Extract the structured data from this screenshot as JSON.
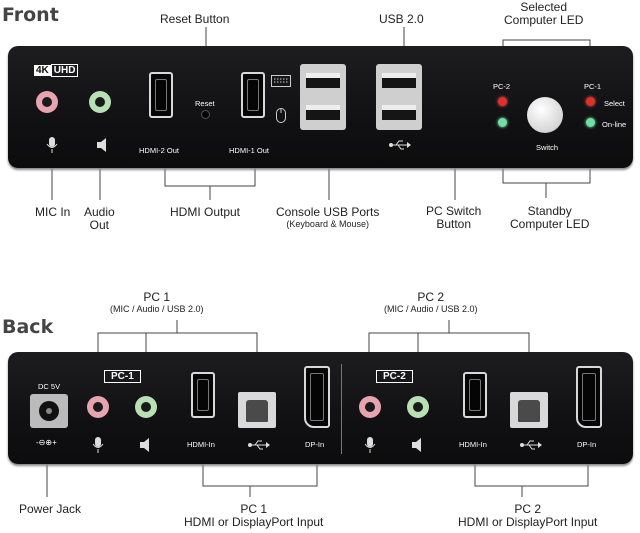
{
  "headings": {
    "front": "Front",
    "back": "Back"
  },
  "front": {
    "badge": {
      "a": "4K",
      "b": "UHD"
    },
    "labels": {
      "reset": "Reset",
      "hdmi2": "HDMI-2 Out",
      "hdmi1": "HDMI-1 Out",
      "pc2": "PC-2",
      "pc1": "PC-1",
      "select": "Select",
      "online": "On-line",
      "switch": "Switch"
    },
    "callouts": {
      "reset_button": "Reset Button",
      "usb20": "USB 2.0",
      "selected_led_1": "Selected",
      "selected_led_2": "Computer LED",
      "mic_in": "MIC In",
      "audio_out_1": "Audio",
      "audio_out_2": "Out",
      "hdmi_output": "HDMI Output",
      "console_usb": "Console USB Ports",
      "console_usb_sub": "(Keyboard & Mouse)",
      "pc_switch_1": "PC Switch",
      "pc_switch_2": "Button",
      "standby_1": "Standby",
      "standby_2": "Computer LED"
    }
  },
  "back": {
    "labels": {
      "dc": "DC 5V",
      "pc1": "PC-1",
      "pc2": "PC-2",
      "hdmi_in_1": "HDMI-In",
      "dp_in_1": "DP-In",
      "hdmi_in_2": "HDMI-In",
      "dp_in_2": "DP-In",
      "polarity": "-⊖⊕+"
    },
    "callouts": {
      "pc1_title": "PC 1",
      "pc1_sub": "(MIC / Audio / USB 2.0)",
      "pc2_title": "PC 2",
      "pc2_sub": "(MIC / Audio / USB 2.0)",
      "power_jack": "Power Jack",
      "pc1_input_1": "PC 1",
      "pc1_input_2": "HDMI or DisplayPort Input",
      "pc2_input_1": "PC 2",
      "pc2_input_2": "HDMI or DisplayPort Input"
    }
  },
  "icons": {
    "mic": "microphone-icon",
    "audio": "speaker-icon",
    "usb": "usb-icon",
    "keyboard": "keyboard-icon",
    "mouse": "mouse-icon"
  },
  "colors": {
    "panel": "#151517",
    "mic_jack": "#e8a4ae",
    "audio_jack": "#b9e0b5",
    "led_red": "#e0302a",
    "led_green": "#6fe0a0"
  }
}
